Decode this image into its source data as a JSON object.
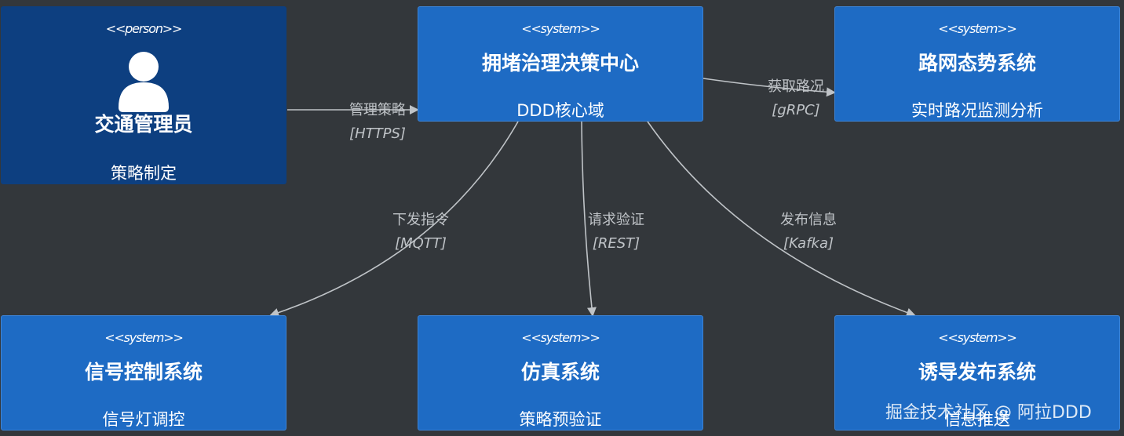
{
  "nodes": {
    "admin": {
      "stereotype": "<<person>>",
      "title": "交通管理员",
      "desc": "策略制定"
    },
    "center": {
      "stereotype": "<<system>>",
      "title": "拥堵治理决策中心",
      "desc": "DDD核心域"
    },
    "road": {
      "stereotype": "<<system>>",
      "title": "路网态势系统",
      "desc": "实时路况监测分析"
    },
    "signal": {
      "stereotype": "<<system>>",
      "title": "信号控制系统",
      "desc": "信号灯调控"
    },
    "sim": {
      "stereotype": "<<system>>",
      "title": "仿真系统",
      "desc": "策略预验证"
    },
    "guide": {
      "stereotype": "<<system>>",
      "title": "诱导发布系统",
      "desc": "信息推送"
    }
  },
  "edges": {
    "manage": {
      "label": "管理策略",
      "tech": "[HTTPS]"
    },
    "fetch": {
      "label": "获取路况",
      "tech": "[gRPC]"
    },
    "command": {
      "label": "下发指令",
      "tech": "[MQTT]"
    },
    "verify": {
      "label": "请求验证",
      "tech": "[REST]"
    },
    "publish": {
      "label": "发布信息",
      "tech": "[Kafka]"
    }
  },
  "watermark": "掘金技术社区 @ 阿拉DDD",
  "colors": {
    "background": "#33373b",
    "system_box": "#1e6bc4",
    "person_box": "#0d3f80",
    "edge": "#bfc3c7"
  }
}
